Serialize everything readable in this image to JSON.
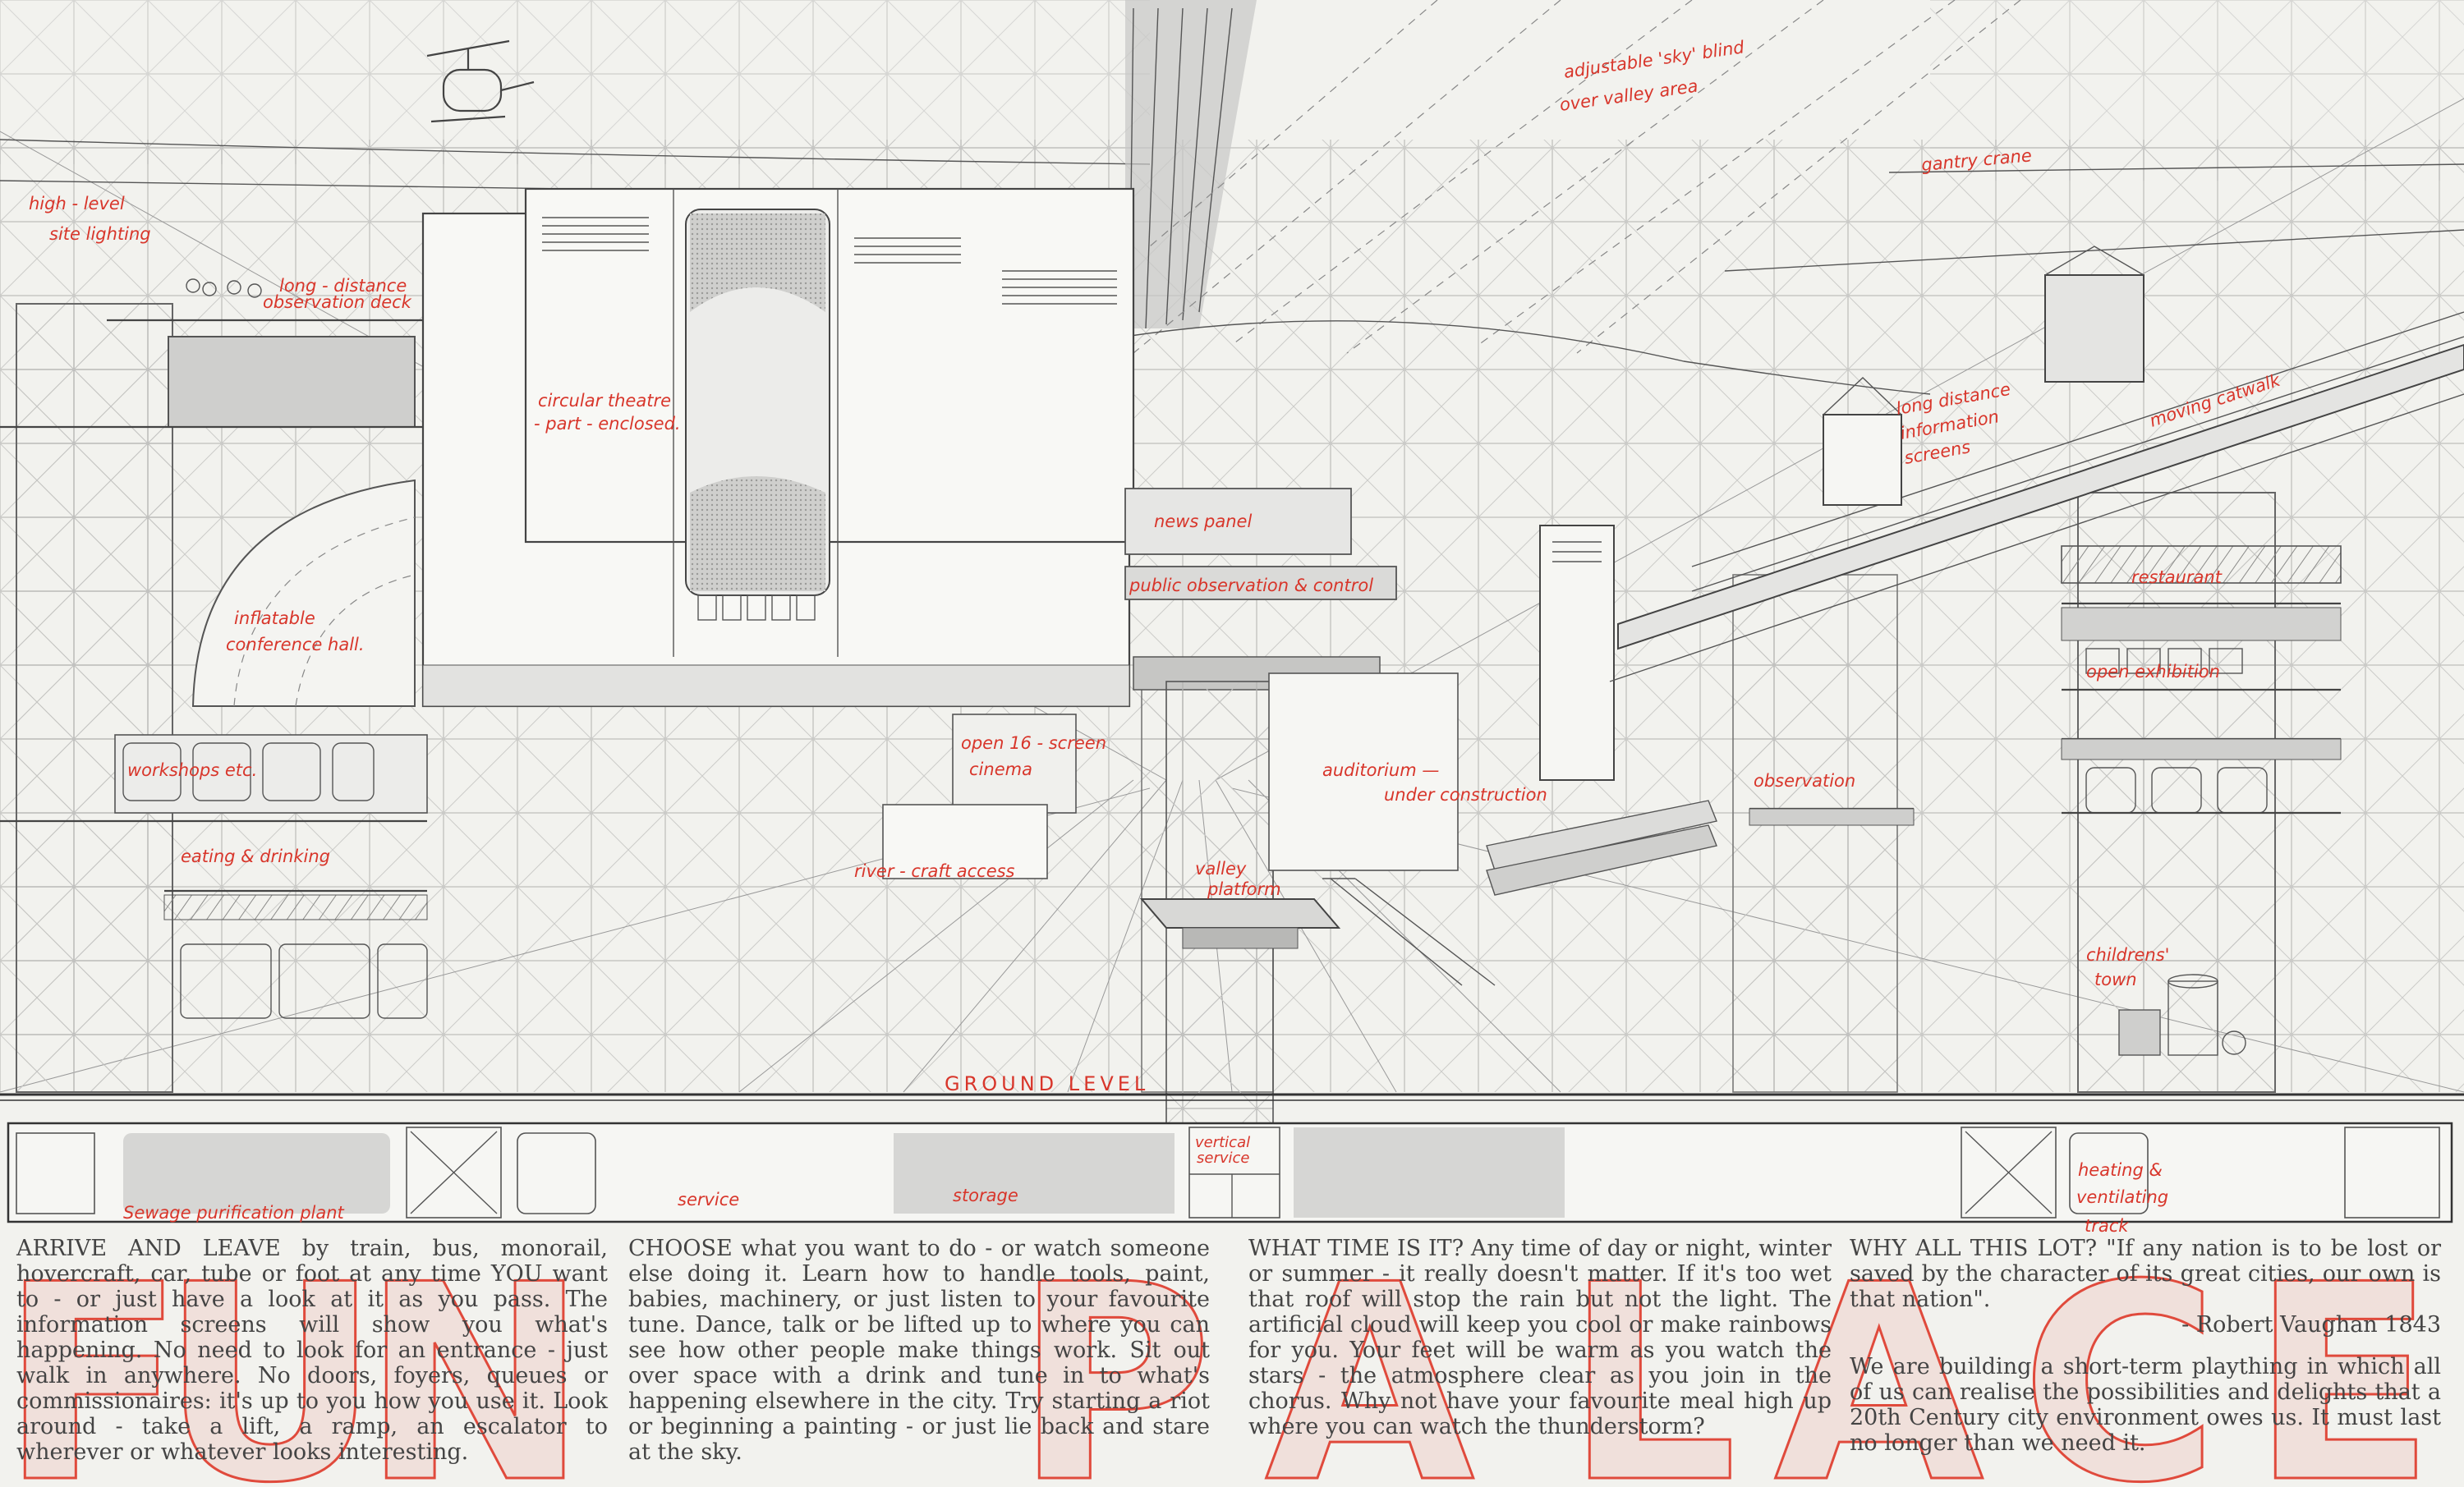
{
  "labels": {
    "high_level_1": "high - level",
    "high_level_2": "site lighting",
    "long_distance_1": "long - distance",
    "long_distance_2": "observation deck",
    "circular_1": "circular theatre",
    "circular_2": "- part - enclosed.",
    "sky_1": "adjustable 'sky' blind",
    "sky_2": "over valley area",
    "gantry": "gantry crane",
    "moving": "moving catwalk",
    "info_1": "long distance",
    "info_2": "information",
    "info_3": "screens",
    "news": "news panel",
    "public": "public observation & control",
    "restaurant": "restaurant",
    "open_exhibition": "open exhibition",
    "inflatable_1": "inflatable",
    "inflatable_2": "conference hall.",
    "workshops": "workshops etc.",
    "eating": "eating & drinking",
    "cinema_1": "open 16 - screen",
    "cinema_2": "cinema",
    "auditorium_1": "auditorium —",
    "auditorium_2": "under construction",
    "observation": "observation",
    "river": "river - craft access",
    "valley_1": "valley",
    "valley_2": "platform",
    "childrens_1": "childrens'",
    "childrens_2": "town",
    "ground": "GROUND  LEVEL",
    "sewage": "Sewage purification plant",
    "service": "service",
    "storage": "storage",
    "vertical_1": "vertical",
    "vertical_2": "service",
    "heating_1": "heating &",
    "heating_2": "ventilating",
    "heating_3": "track"
  },
  "text": {
    "col1": "ARRIVE AND LEAVE by train, bus, monorail, hovercraft, car, tube or foot at any time YOU want to - or just have a look at it as you pass. The information screens will show you what's happening. No need to look for an entrance - just walk in anywhere. No doors, foyers, queues or commissionaires: it's up to you how you use it. Look around - take a lift, a ramp, an escalator to wherever or whatever looks interesting.",
    "col2": "CHOOSE what you want to do - or watch someone else doing it. Learn how to handle tools, paint, babies, machinery, or just listen to your favourite tune. Dance, talk or be lifted up to where you can see how other people make things work. Sit out over space with a drink and tune in to what's happening elsewhere in the city. Try starting a riot or beginning a painting - or just lie back and stare at the sky.",
    "col3": "WHAT TIME IS IT? Any time of day or night, winter or summer - it really doesn't matter. If it's too wet that roof will stop the rain but not the light. The artificial cloud will keep you cool or make rainbows for you. Your feet will be warm as you watch the stars - the atmosphere clear as you join in the chorus. Why not have your favourite meal high up where you can watch the thunderstorm?",
    "col4_p1": "WHY ALL THIS LOT? \"If any nation is to be lost or saved by the character of its great cities, our own is that nation\".",
    "col4_attr": "- Robert Vaughan 1843",
    "col4_p2": "We are building a short-term plaything in which all of us can realise the possibilities and delights that a 20th Century city environment owes us. It must last no longer than we need it."
  },
  "big_letters": [
    "F",
    "U",
    "N",
    "P",
    "A",
    "L",
    "A",
    "C",
    "E"
  ],
  "colors": {
    "annotation_red": "#d8362b",
    "line_gray": "#555555",
    "paper": "#f2f2ee"
  }
}
